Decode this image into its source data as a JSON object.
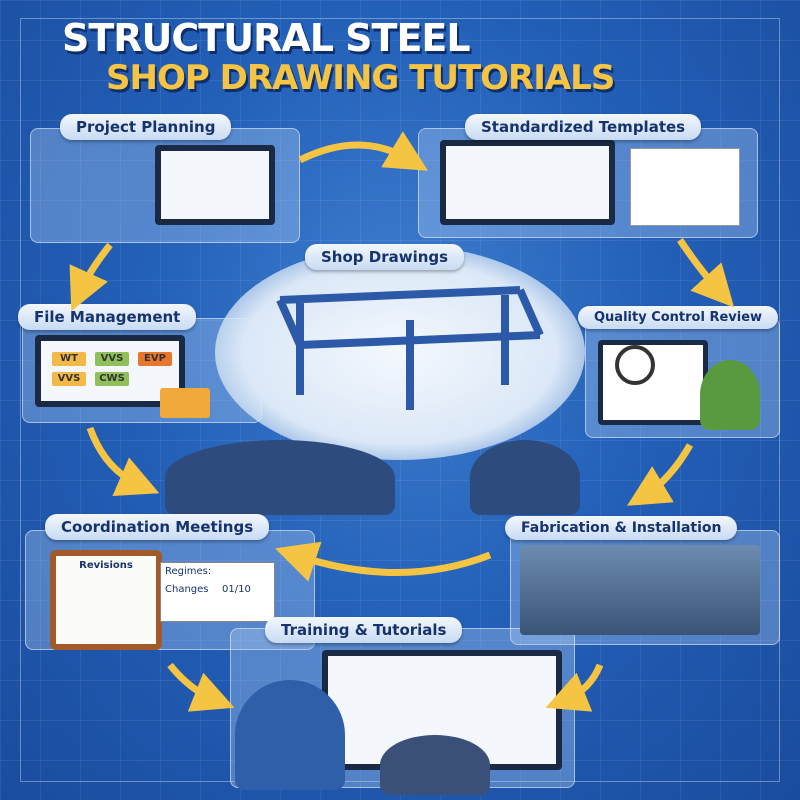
{
  "header": {
    "title_line1": "STRUCTURAL STEEL",
    "title_line2": "SHOP DRAWING TUTORIALS"
  },
  "colors": {
    "background": "#2360b8",
    "title_accent": "#f6c443",
    "label_text": "#17336e",
    "arrow": "#f6c443"
  },
  "steps": [
    {
      "label": "Project Planning"
    },
    {
      "label": "Standardized Templates"
    },
    {
      "label": "Shop Drawings"
    },
    {
      "label": "File Management"
    },
    {
      "label": "Quality Control Review"
    },
    {
      "label": "Coordination Meetings"
    },
    {
      "label": "Fabrication & Installation"
    },
    {
      "label": "Training & Tutorials"
    }
  ],
  "illustrations": {
    "file_tags": [
      "WT",
      "VVS",
      "EVP",
      "VVS",
      "CWS"
    ],
    "revisions_title": "Revisions",
    "sheet_header": "Regimes:",
    "sheet_changes": "Changes",
    "sheet_date": "01/10"
  }
}
